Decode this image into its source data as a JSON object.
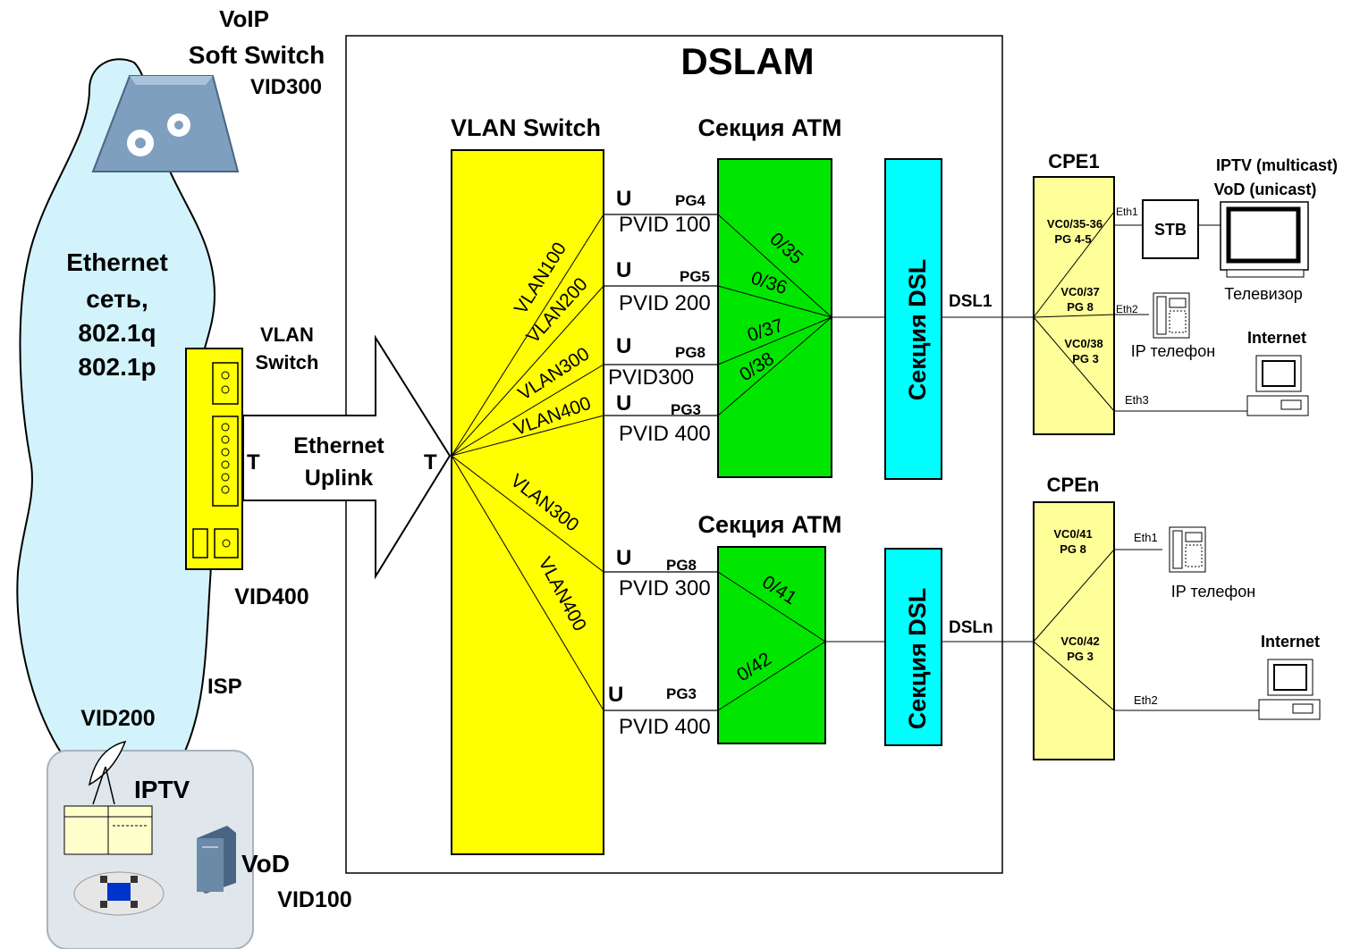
{
  "voip": {
    "line1": "VoIP",
    "line2": "Soft Switch",
    "vid": "VID300"
  },
  "ethernet_net": {
    "line1": "Ethernet",
    "line2": "сеть,",
    "line3": "802.1q",
    "line4": "802.1p"
  },
  "edge_switch": {
    "line1": "VLAN",
    "line2": "Switch",
    "tag": "T",
    "vid": "VID400"
  },
  "isp_label": "ISP",
  "iptv_block": {
    "vid200": "VID200",
    "iptv": "IPTV",
    "vod": "VoD",
    "vid100": "VID100"
  },
  "uplink": {
    "line1": "Ethernet",
    "line2": "Uplink",
    "tag": "T"
  },
  "dslam": {
    "title": "DSLAM",
    "vlan_switch_title": "VLAN Switch",
    "atm_title": "Секция ATM",
    "dsl_title": "Секция DSL"
  },
  "vlan_lines_top": [
    "VLAN100",
    "VLAN200",
    "VLAN300",
    "VLAN400"
  ],
  "vlan_lines_bottom": [
    "VLAN300",
    "VLAN400"
  ],
  "ports": [
    {
      "mode": "U",
      "pg": "PG4",
      "pvid": "PVID 100"
    },
    {
      "mode": "U",
      "pg": "PG5",
      "pvid": "PVID 200"
    },
    {
      "mode": "U",
      "pg": "PG8",
      "pvid": "PVID300"
    },
    {
      "mode": "U",
      "pg": "PG3",
      "pvid": "PVID 400"
    },
    {
      "mode": "U",
      "pg": "PG8",
      "pvid": "PVID 300"
    },
    {
      "mode": "U",
      "pg": "PG3",
      "pvid": "PVID 400"
    }
  ],
  "vc_top": [
    "0/35",
    "0/36",
    "0/37",
    "0/38"
  ],
  "vc_bottom": [
    "0/41",
    "0/42"
  ],
  "dsl_links": [
    "DSL1",
    "DSLn"
  ],
  "cpe1": {
    "title": "CPE1",
    "vc": [
      {
        "vc": "VC0/35-36",
        "pg": "PG 4-5"
      },
      {
        "vc": "VC0/37",
        "pg": "PG 8"
      },
      {
        "vc": "VC0/38",
        "pg": "PG 3"
      }
    ],
    "eth": [
      "Eth1",
      "Eth2",
      "Eth3"
    ],
    "stb": "STB",
    "tv_line1": "IPTV (multicast)",
    "tv_line2": "VoD (unicast)",
    "tv_label": "Телевизор",
    "phone": "IP телефон",
    "internet": "Internet"
  },
  "cpen": {
    "title": "CPEn",
    "vc": [
      {
        "vc": "VC0/41",
        "pg": "PG 8"
      },
      {
        "vc": "VC0/42",
        "pg": "PG 3"
      }
    ],
    "eth": [
      "Eth1",
      "Eth2"
    ],
    "phone": "IP телефон",
    "internet": "Internet"
  },
  "colors": {
    "vlan_switch": "#ffff00",
    "atm": "#00ff00",
    "dsl": "#00ffff",
    "cpe": "#ffff99",
    "cloud": "#d2f3fc",
    "voip": "#7f9fbf"
  }
}
